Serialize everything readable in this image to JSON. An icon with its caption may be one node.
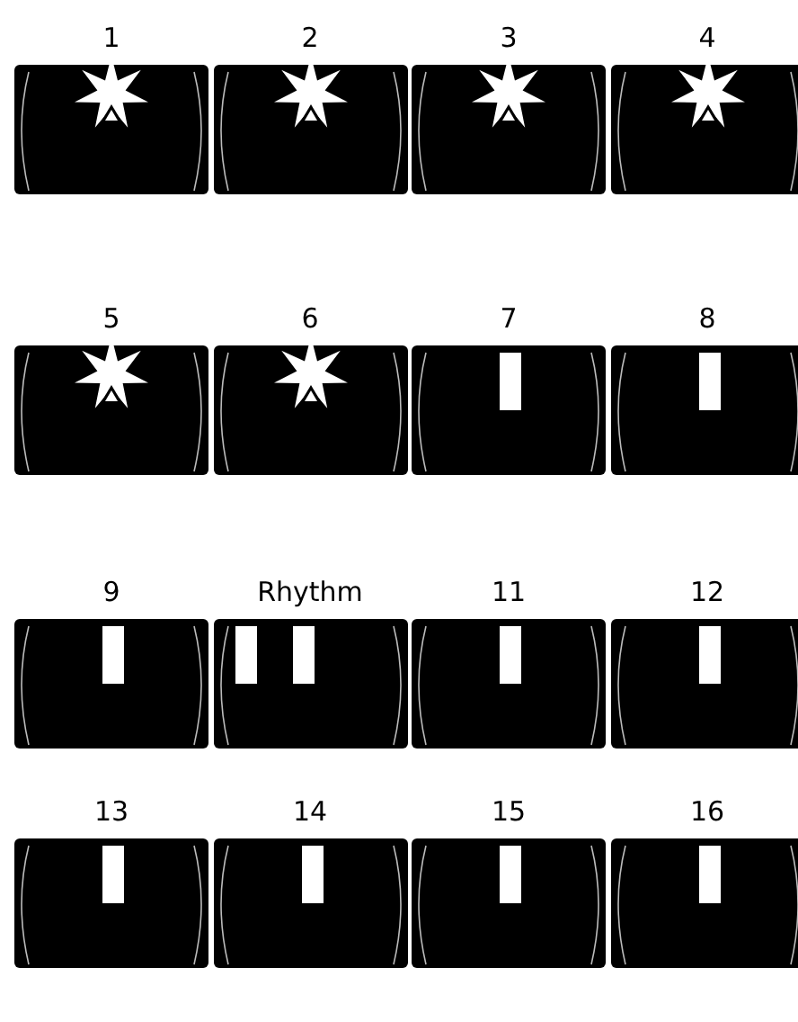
{
  "diagram": {
    "nodes": [
      {
        "text": [
          "1"
        ]
      },
      {
        "text": [
          "2"
        ]
      },
      {
        "text": [
          "3"
        ]
      },
      {
        "text": [
          "4"
        ]
      },
      {
        "text": [
          "5"
        ]
      },
      {
        "text": [
          "6"
        ]
      },
      {
        "text": [
          "7"
        ]
      },
      {
        "text": [
          "8"
        ]
      },
      {
        "text": [
          "9"
        ]
      },
      {
        "text": [
          "Rhythm"
        ]
      },
      {
        "text": [
          "11"
        ]
      },
      {
        "text": [
          "12"
        ]
      },
      {
        "text": [
          "13"
        ]
      },
      {
        "text": [
          "14"
        ]
      },
      {
        "text": [
          "15"
        ]
      },
      {
        "text": [
          "16"
        ]
      }
    ]
  }
}
